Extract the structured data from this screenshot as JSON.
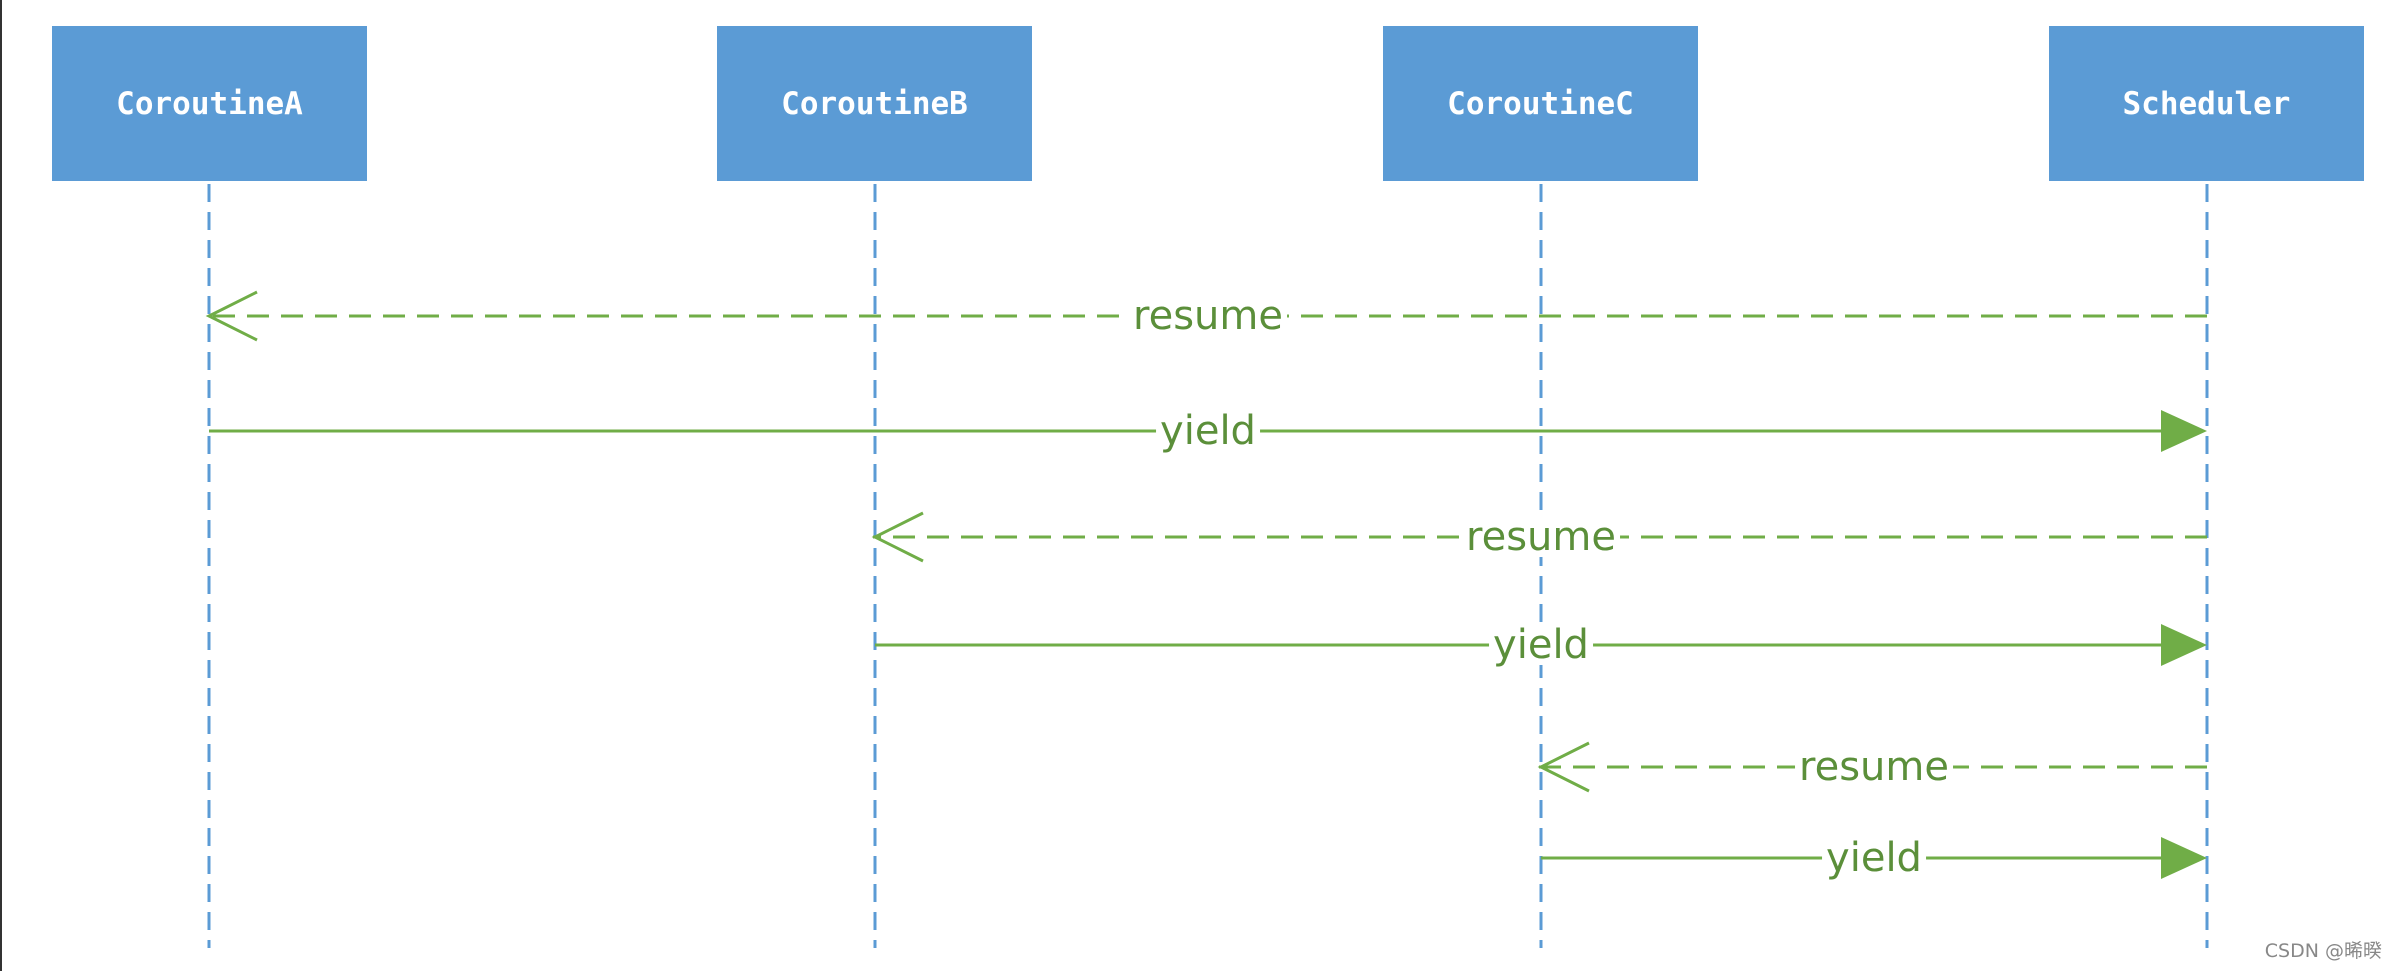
{
  "participants": [
    {
      "id": "A",
      "label": "CoroutineA"
    },
    {
      "id": "B",
      "label": "CoroutineB"
    },
    {
      "id": "C",
      "label": "CoroutineC"
    },
    {
      "id": "S",
      "label": "Scheduler"
    }
  ],
  "messages": [
    {
      "from": "S",
      "to": "A",
      "label": "resume",
      "style": "dashed"
    },
    {
      "from": "A",
      "to": "S",
      "label": "yield",
      "style": "solid"
    },
    {
      "from": "S",
      "to": "B",
      "label": "resume",
      "style": "dashed"
    },
    {
      "from": "B",
      "to": "S",
      "label": "yield",
      "style": "solid"
    },
    {
      "from": "S",
      "to": "C",
      "label": "resume",
      "style": "dashed"
    },
    {
      "from": "C",
      "to": "S",
      "label": "yield",
      "style": "solid"
    }
  ],
  "colors": {
    "participant_fill": "#5b9bd5",
    "lifeline": "#5b9bd5",
    "message": "#70ad47",
    "message_text": "#5b8f3a"
  },
  "watermark": "CSDN @晞暌"
}
